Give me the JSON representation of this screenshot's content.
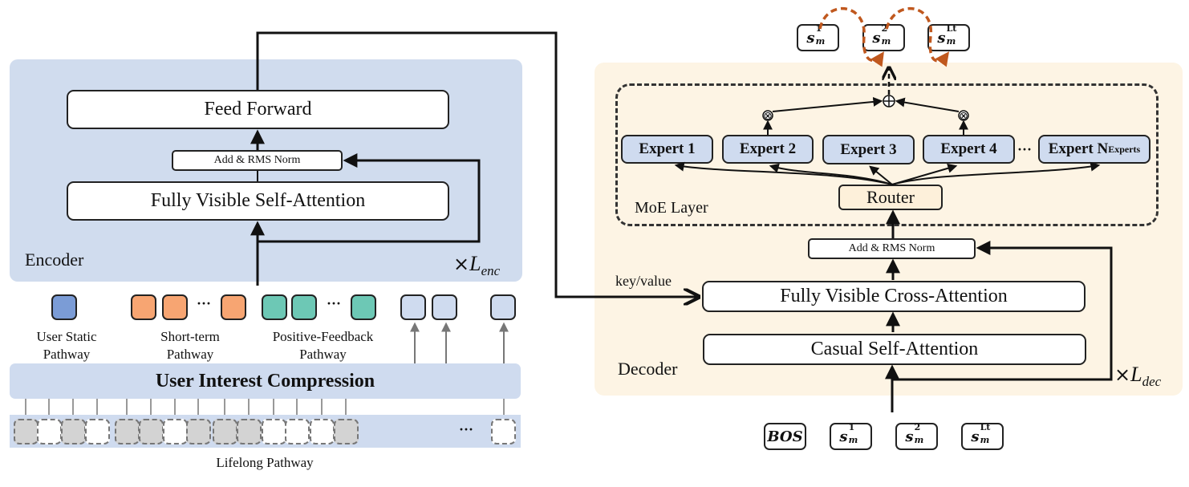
{
  "encoder": {
    "label": "Encoder",
    "repeat_symbol": "×",
    "repeat_var": "L",
    "repeat_sub": "enc",
    "feed_forward": "Feed Forward",
    "add_norm": "Add & RMS Norm",
    "self_attention": "Fully Visible Self-Attention"
  },
  "pathways": {
    "user_static": [
      "User Static",
      "Pathway"
    ],
    "short_term": [
      "Short-term",
      "Pathway"
    ],
    "positive_feedback": [
      "Positive-Feedback",
      "Pathway"
    ],
    "compression": "User Interest Compression",
    "lifelong": "Lifelong Pathway",
    "ellipsis": "···",
    "lifelong_cells": [
      "gray",
      "white",
      "gray",
      "white",
      "gray",
      "gray",
      "white",
      "gray",
      "gray",
      "gray",
      "white",
      "white",
      "white",
      "gray",
      "white"
    ],
    "colors": {
      "user_static": "#7b9cd6",
      "short_term": "#f7a572",
      "positive_feedback": "#6dc8b5",
      "lifelong_token": "#cfdbef",
      "encoder_panel": "#d0dcee",
      "decoder_panel": "#fdf4e4",
      "autoregressive_arrow": "#c0581e"
    }
  },
  "decoder": {
    "label": "Decoder",
    "repeat_symbol": "×",
    "repeat_var": "L",
    "repeat_sub": "dec",
    "key_value": "key/value",
    "cross_attention": "Fully Visible Cross-Attention",
    "causal_attention": "Casual Self-Attention",
    "add_norm": "Add & RMS Norm"
  },
  "moe": {
    "label": "MoE Layer",
    "router": "Router",
    "experts": [
      {
        "label": "Expert 1",
        "sub": ""
      },
      {
        "label": "Expert 2",
        "sub": ""
      },
      {
        "label": "Expert 3",
        "sub": ""
      },
      {
        "label": "Expert 4",
        "sub": ""
      },
      {
        "label": "Expert N",
        "sub": "Experts"
      }
    ],
    "ellipsis": "···",
    "multiply_symbol": "⊗",
    "sum_symbol": "⊕"
  },
  "outputs": [
    {
      "base": "s",
      "sup": "1",
      "sub": "m"
    },
    {
      "base": "s",
      "sup": "2",
      "sub": "m"
    },
    {
      "base": "s",
      "sup": "Lt",
      "sub": "m"
    }
  ],
  "inputs": [
    {
      "base": "BOS",
      "sup": "",
      "sub": ""
    },
    {
      "base": "s",
      "sup": "1",
      "sub": "m"
    },
    {
      "base": "s",
      "sup": "2",
      "sub": "m"
    },
    {
      "base": "s",
      "sup": "Lt",
      "sub": "m"
    }
  ]
}
